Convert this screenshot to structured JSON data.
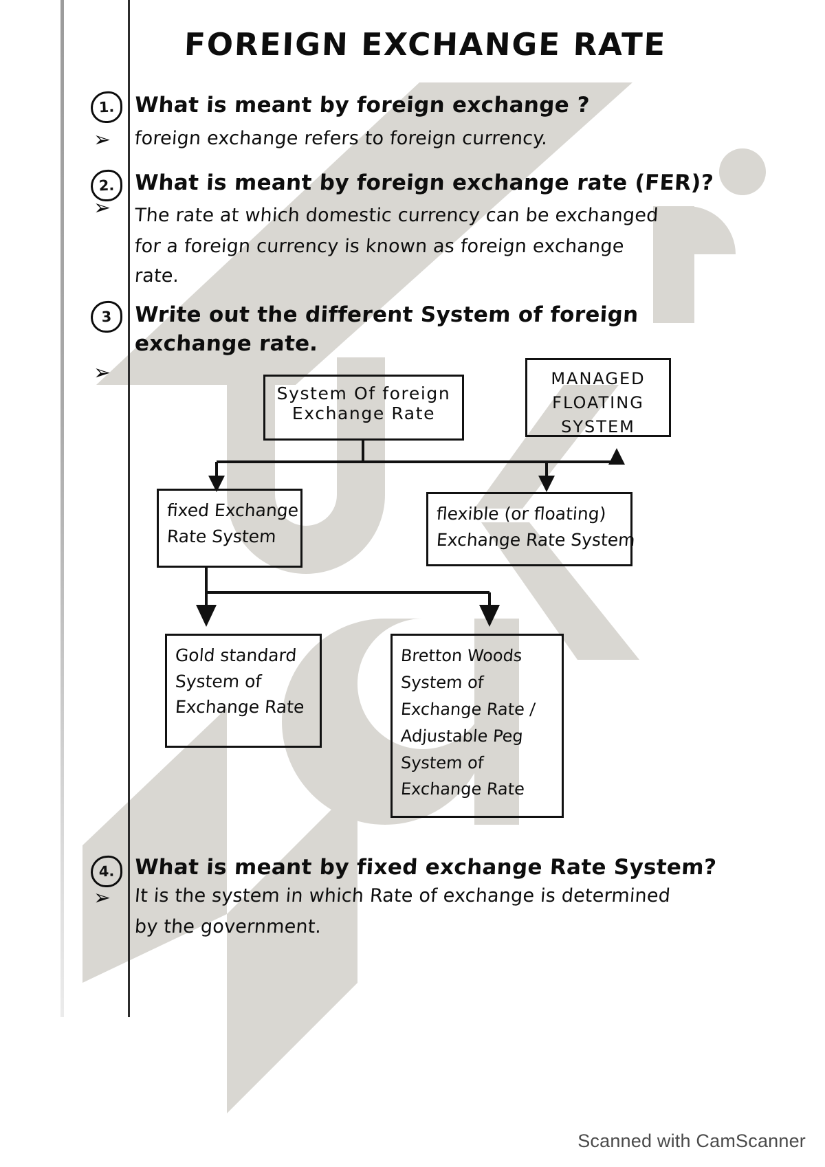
{
  "document": {
    "title": "FOREIGN EXCHANGE RATE",
    "footer": "Scanned with CamScanner"
  },
  "qa": [
    {
      "number": "1.",
      "question": "What is meant by foreign exchange ?",
      "answer_lines": [
        "foreign exchange refers to foreign currency."
      ]
    },
    {
      "number": "2.",
      "question": "What is meant by foreign exchange rate (FER)?",
      "answer_lines": [
        "The rate at which domestic currency can be exchanged",
        "for a foreign currency is known as foreign exchange",
        "rate."
      ]
    },
    {
      "number": "3",
      "question_lines": [
        "Write out the different System of foreign",
        "exchange rate."
      ],
      "answer_lines": []
    },
    {
      "number": "4.",
      "question": "What is meant by fixed exchange Rate System?",
      "answer_lines": [
        "It is the system in which Rate of exchange is determined",
        "by the government."
      ]
    }
  ],
  "diagram": {
    "root": {
      "lines": [
        "System Of foreign",
        "Exchange Rate"
      ]
    },
    "managed": {
      "lines": [
        "MANAGED",
        "FLOATING",
        "SYSTEM"
      ]
    },
    "fixed": {
      "lines": [
        "fixed Exchange",
        "Rate System"
      ]
    },
    "flexible": {
      "lines": [
        "flexible (or floating)",
        "Exchange Rate System"
      ]
    },
    "gold": {
      "lines": [
        "Gold standard",
        "System of",
        "Exchange Rate"
      ]
    },
    "bretton": {
      "lines": [
        "Bretton Woods",
        "System of",
        "Exchange Rate /",
        "Adjustable Peg",
        "System of",
        "Exchange Rate"
      ]
    }
  },
  "colors": {
    "ink": "#0d0d0d",
    "paper": "#ffffff",
    "watermark": "#d8d6d1",
    "footer_text": "#4a4a4a"
  }
}
